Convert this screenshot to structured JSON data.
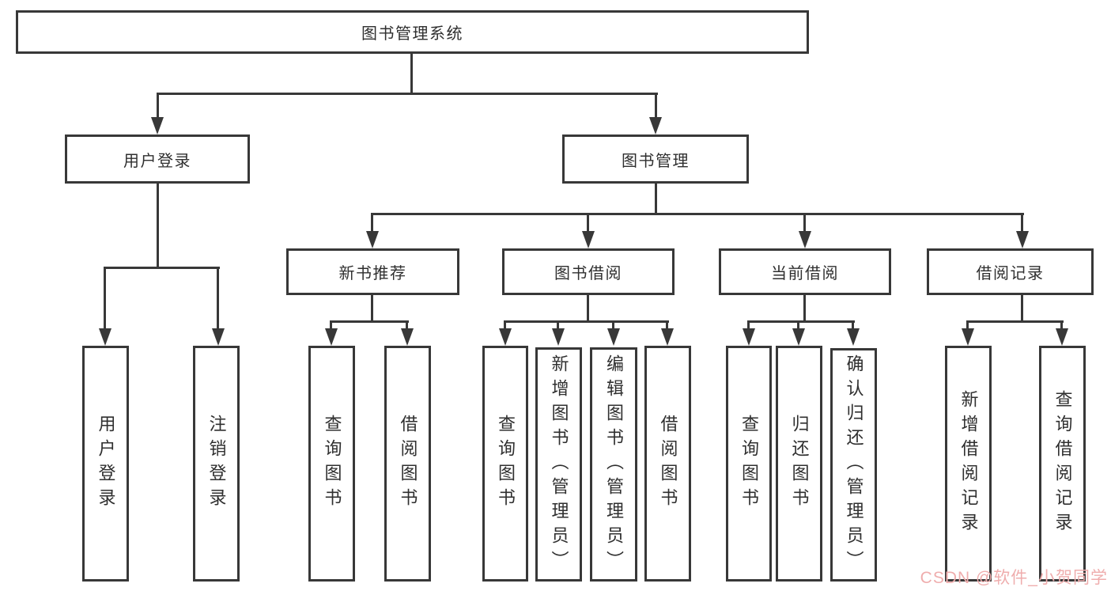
{
  "title": "图书管理系统",
  "nodes": {
    "root": "图书管理系统",
    "userLogin": "用户登录",
    "bookMgmt": "图书管理",
    "newBook": "新书推荐",
    "bookBorrow": "图书借阅",
    "currentBorrow": "当前借阅",
    "borrowRecords": "借阅记录",
    "leafUserLogin": "用户登录",
    "leafLogoutLogin": "注销登录",
    "leafQueryBooksA": "查询图书",
    "leafBorrowBooksA": "借阅图书",
    "leafQueryBooksB": "查询图书",
    "leafAddBooksAdmin": "新增图书（管理员）",
    "leafEditBooksAdmin": "编辑图书（管理员）",
    "leafBorrowBooksB": "借阅图书",
    "leafQueryBooksC": "查询图书",
    "leafReturnBooks": "归还图书",
    "leafConfirmReturnAdmin": "确认归还（管理员）",
    "leafAddBorrowRecord": "新增借阅记录",
    "leafQueryBorrowRecord": "查询借阅记录"
  },
  "watermark": "CSDN @软件_小贺同学",
  "colors": {
    "line": "#383838",
    "text": "#2f2f2f",
    "watermark": "#efadad",
    "background": "#ffffff"
  }
}
